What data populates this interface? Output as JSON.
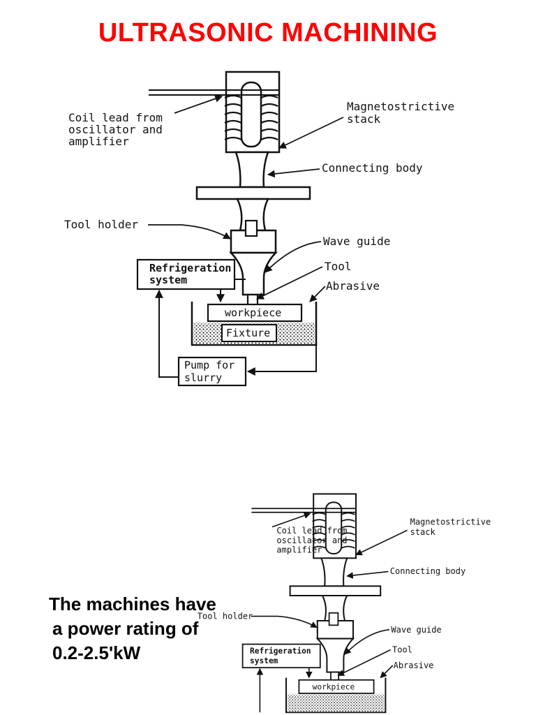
{
  "title": "ULTRASONIC MACHINING",
  "diagram": {
    "coil_lead": [
      "Coil lead from",
      "oscillator and",
      "amplifier"
    ],
    "magnetostrictive_stack": [
      "Magnetostrictive",
      "stack"
    ],
    "connecting_body": "Connecting body",
    "tool_holder": "Tool holder",
    "wave_guide": "Wave guide",
    "tool": "Tool",
    "abrasive": "Abrasive",
    "refrigeration_system": [
      "Refrigeration",
      "system"
    ],
    "workpiece": "workpiece",
    "fixture": "Fixture",
    "pump_for_slurry": [
      "Pump for",
      "slurry"
    ]
  },
  "power_text": [
    "The machines have",
    "a power rating of",
    "0.2-2.5'kW"
  ],
  "colors": {
    "title": "#ff0000",
    "ink": "#111111"
  }
}
